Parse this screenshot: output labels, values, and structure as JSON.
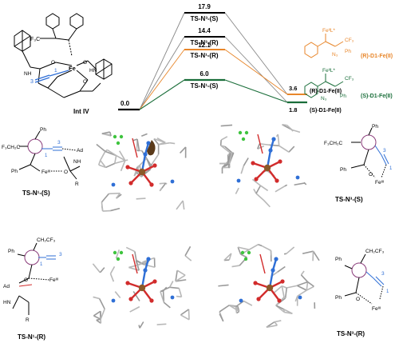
{
  "energy_profile": {
    "baseline_value": "0.0",
    "levels": [
      {
        "value": "17.9",
        "label": "TS-N³-(S)",
        "color": "#000000"
      },
      {
        "value": "14.4",
        "label": "TS-N³-(R)",
        "color": "#000000"
      },
      {
        "value": "12.1",
        "label": "TS-N¹-(R)",
        "color": "#000000"
      },
      {
        "value": "6.0",
        "label": "TS-N¹-(S)",
        "color": "#1a6e3a"
      }
    ],
    "products": [
      {
        "value": "3.6",
        "label": "(R)-D1-Fe(II)",
        "color": "#e8862a"
      },
      {
        "value": "1.8",
        "label": "(S)-D1-Fe(II)",
        "color": "#1a6e3a"
      }
    ],
    "product_legend": [
      {
        "label": "(R)-D1-Fe(II)",
        "color": "#e8862a",
        "group_label": "FeᴵᴵL*",
        "sub_label": "CF₃",
        "atom_label": "N₃",
        "ring_label": "Ph"
      },
      {
        "label": "(S)-D1-Fe(II)",
        "color": "#1a6e3a",
        "group_label": "FeᴵᴵL*",
        "sub_label": "CF₃",
        "atom_label": "N₃",
        "ring_label": "Ph"
      }
    ]
  },
  "intermediate": {
    "label": "Int IV",
    "atoms": {
      "cf3": "F₃C",
      "fe": "Fe",
      "o1": "O",
      "o2": "O",
      "o3": "O",
      "nh1": "NH",
      "hn2": "HN",
      "n1": "1",
      "n3": "3"
    }
  },
  "transition_states": [
    {
      "label": "TS-N¹-(S)",
      "fragments": {
        "cf3": "F₃CH₂C",
        "ph": "Ph",
        "n3": "3",
        "n1": "1",
        "ad": "Ad",
        "nh": "NH",
        "fe": "Feᴵᴵᴵ",
        "o": "O",
        "ph2": "Ph",
        "r": "R"
      }
    },
    {
      "label": "TS-N³-(S)",
      "fragments": {
        "cf3": "F₃CH₂C",
        "ph": "Ph",
        "n3": "3",
        "n1": "1",
        "ad": "",
        "nh": "",
        "fe": "Feᴵᴵᴵ",
        "o": "O",
        "ph2": "Ph",
        "r": ""
      }
    },
    {
      "label": "TS-N¹-(R)",
      "fragments": {
        "cf3": "CH₂CF₃",
        "ph": "Ph",
        "n3": "3",
        "n1": "1",
        "ad": "Ad",
        "nh": "HN",
        "fe": "Feᴵᴵᴵ",
        "o": "O",
        "ph2": "",
        "r": "R"
      }
    },
    {
      "label": "TS-N³-(R)",
      "fragments": {
        "cf3": "CH₂CF₃",
        "ph": "Ph",
        "n3": "3",
        "n1": "1",
        "ad": "",
        "nh": "",
        "fe": "Feᴵᴵᴵ",
        "o": "O",
        "ph2": "Ph",
        "r": ""
      }
    }
  ],
  "colors": {
    "black": "#000000",
    "gray": "#888888",
    "orange": "#e8862a",
    "green": "#1a6e3a",
    "blue": "#2f6fd6",
    "red": "#d22c2c",
    "purple": "#8a3b7a",
    "iron": "#8a5a2a"
  }
}
